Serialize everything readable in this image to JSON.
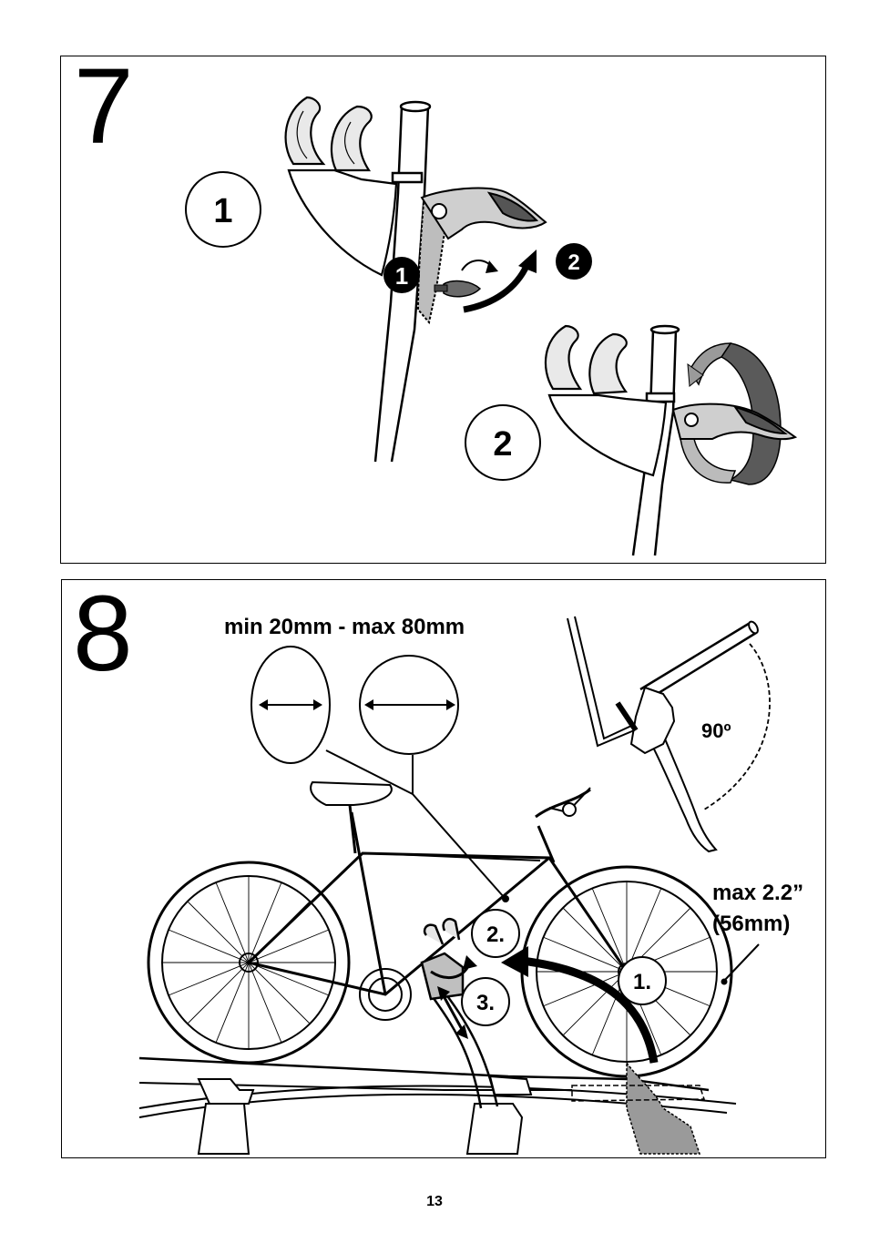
{
  "page_number": "13",
  "step7": {
    "number": "7",
    "callout_open": "1",
    "callout_close": "2",
    "marker_1": "1",
    "marker_2": "2"
  },
  "step8": {
    "number": "8",
    "dimension_label": "min 20mm - max 80mm",
    "angle_label": "90º",
    "max_label_line1": "max 2.2”",
    "max_label_line2": "(56mm)",
    "sequence_1": "1.",
    "sequence_2": "2.",
    "sequence_3": "3."
  }
}
